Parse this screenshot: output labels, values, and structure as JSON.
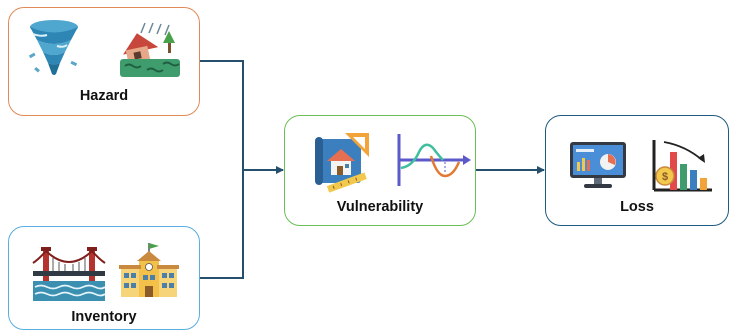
{
  "nodes": {
    "hazard": {
      "label": "Hazard",
      "icons": [
        "tornado-icon",
        "flood-house-icon"
      ],
      "border_color": "#e08a57"
    },
    "inventory": {
      "label": "Inventory",
      "icons": [
        "bridge-icon",
        "school-building-icon"
      ],
      "border_color": "#58aee0"
    },
    "vulnerability": {
      "label": "Vulnerability",
      "icons": [
        "blueprint-icon",
        "fragility-curve-icon"
      ],
      "border_color": "#6abf57"
    },
    "loss": {
      "label": "Loss",
      "icons": [
        "dashboard-monitor-icon",
        "declining-chart-icon"
      ],
      "border_color": "#1f5a80"
    }
  },
  "edges": [
    {
      "from": "hazard",
      "to": "vulnerability"
    },
    {
      "from": "inventory",
      "to": "vulnerability"
    },
    {
      "from": "vulnerability",
      "to": "loss"
    }
  ],
  "connector_color": "#24506e"
}
